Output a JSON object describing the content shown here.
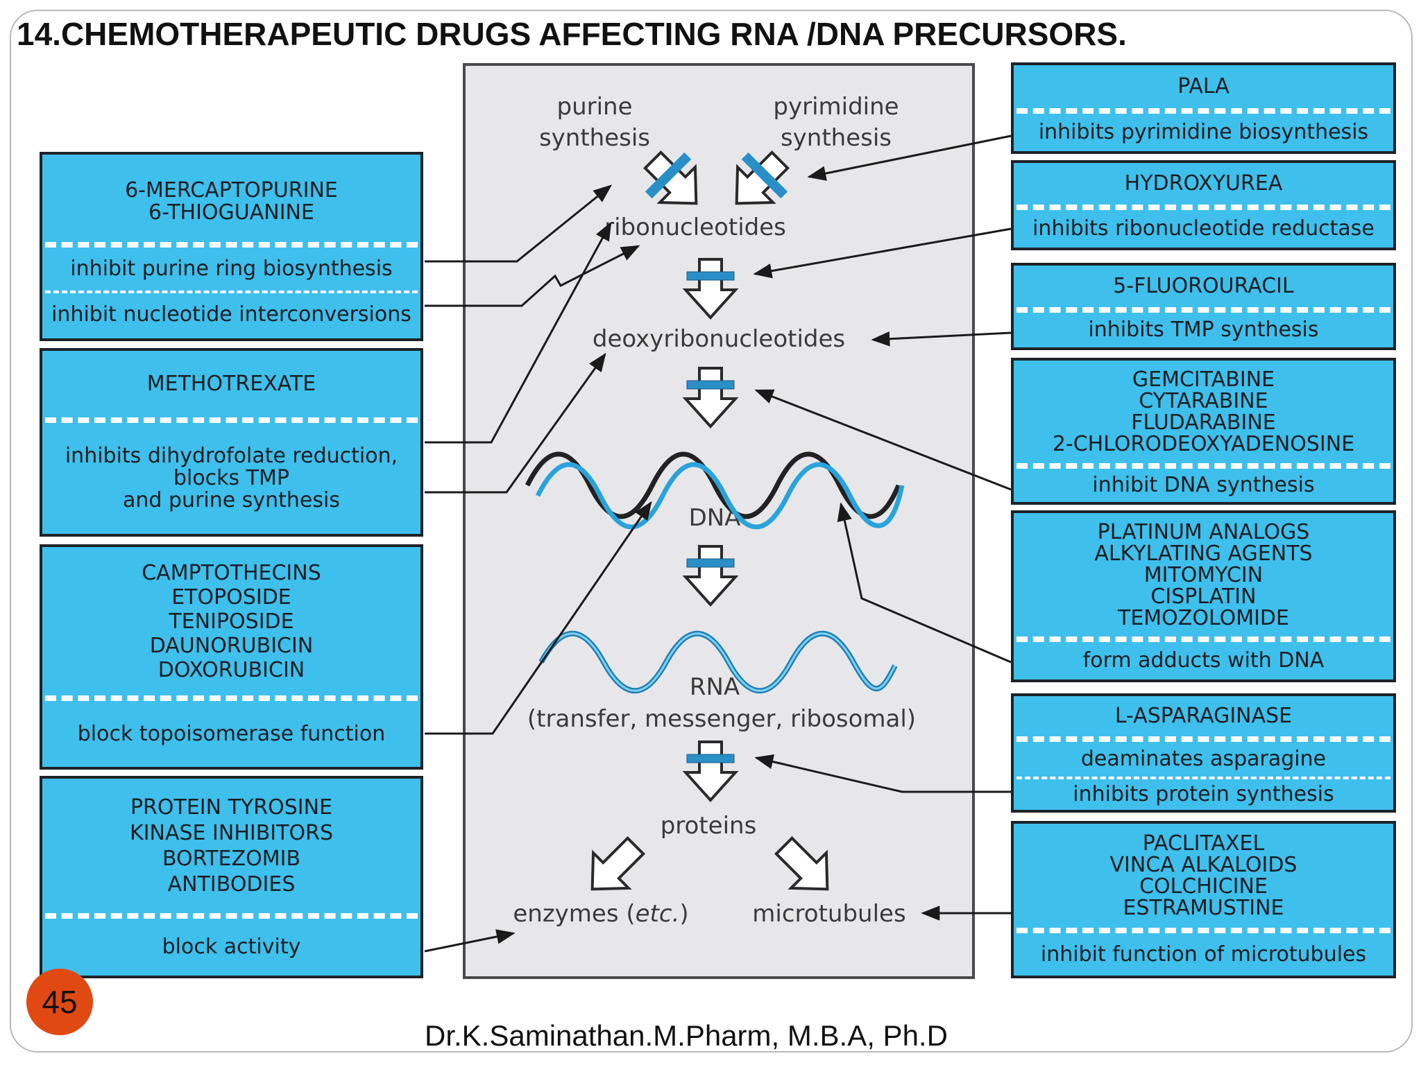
{
  "slide": {
    "title": "14.CHEMOTHERAPEUTIC DRUGS AFFECTING RNA /DNA PRECURSORS.",
    "page_number": "45",
    "footer": "Dr.K.Saminathan.M.Pharm, M.B.A, Ph.D"
  },
  "pathway": {
    "purine_l1": "purine",
    "purine_l2": "synthesis",
    "pyrimidine_l1": "pyrimidine",
    "pyrimidine_l2": "synthesis",
    "ribonucleotides": "ribonucleotides",
    "deoxyribonucleotides": "deoxyribonucleotides",
    "dna": "DNA",
    "rna": "RNA",
    "rna_types": "(transfer, messenger, ribosomal)",
    "proteins": "proteins",
    "enzymes": "enzymes (",
    "enzymes_etc": "etc.",
    "enzymes_close": ")",
    "microtubules": "microtubules"
  },
  "left_boxes": {
    "merc": {
      "drugs": [
        "6-MERCAPTOPURINE",
        "6-THIOGUANINE"
      ],
      "actions": [
        "inhibit purine ring biosynthesis",
        "inhibit nucleotide interconversions"
      ]
    },
    "mtx": {
      "drugs": [
        "METHOTREXATE"
      ],
      "actions": [
        "inhibits dihydrofolate reduction,",
        "blocks TMP",
        "and purine synthesis"
      ]
    },
    "topo": {
      "drugs": [
        "CAMPTOTHECINS",
        "ETOPOSIDE",
        "TENIPOSIDE",
        "DAUNORUBICIN",
        "DOXORUBICIN"
      ],
      "actions": [
        "block topoisomerase function"
      ]
    },
    "tki": {
      "drugs": [
        "PROTEIN TYROSINE",
        "KINASE INHIBITORS",
        "BORTEZOMIB",
        "ANTIBODIES"
      ],
      "actions": [
        "block activity"
      ]
    }
  },
  "right_boxes": {
    "pala": {
      "drugs": [
        "PALA"
      ],
      "actions": [
        "inhibits pyrimidine biosynthesis"
      ]
    },
    "hu": {
      "drugs": [
        "HYDROXYUREA"
      ],
      "actions": [
        "inhibits ribonucleotide reductase"
      ]
    },
    "fu": {
      "drugs": [
        "5-FLUOROURACIL"
      ],
      "actions": [
        "inhibits TMP synthesis"
      ]
    },
    "gem": {
      "drugs": [
        "GEMCITABINE",
        "CYTARABINE",
        "FLUDARABINE",
        "2-CHLORODEOXYADENOSINE"
      ],
      "actions": [
        "inhibit DNA synthesis"
      ]
    },
    "plat": {
      "drugs": [
        "PLATINUM ANALOGS",
        "ALKYLATING AGENTS",
        "MITOMYCIN",
        "CISPLATIN",
        "TEMOZOLOMIDE"
      ],
      "actions": [
        "form adducts with DNA"
      ]
    },
    "asp": {
      "drugs": [
        "L-ASPARAGINASE"
      ],
      "actions": [
        "deaminates asparagine",
        "inhibits protein synthesis"
      ]
    },
    "pac": {
      "drugs": [
        "PACLITAXEL",
        "VINCA ALKALOIDS",
        "COLCHICINE",
        "ESTRAMUSTINE"
      ],
      "actions": [
        "inhibit function of microtubules"
      ]
    }
  },
  "colors": {
    "box_fill": "#3fbfec",
    "box_border": "#1d2227",
    "panel": "#e7e7ea",
    "accent": "#2a8fc7",
    "badge": "#e04a12"
  }
}
